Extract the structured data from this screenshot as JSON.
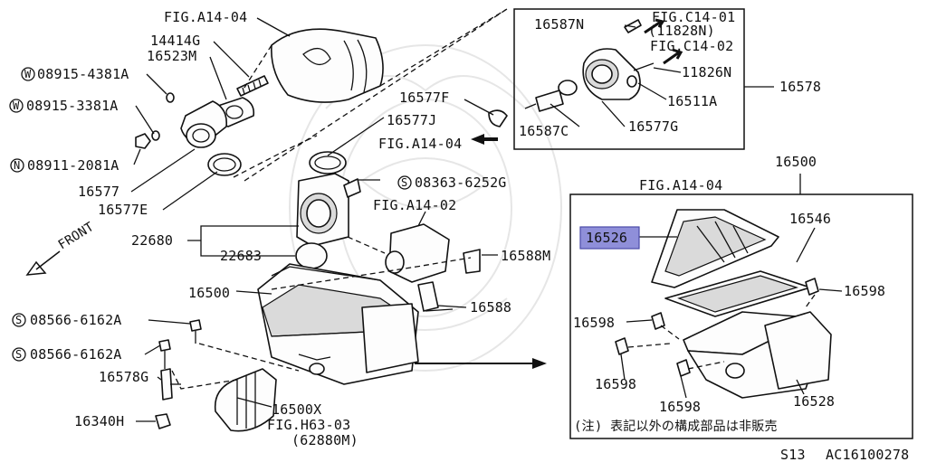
{
  "main": {
    "fig_a14_04_top": "FIG.A14-04",
    "p14414g": "14414G",
    "p16523m": "16523M",
    "w08915_4381a": "08915-4381A",
    "w08915_3381a": "08915-3381A",
    "n08911_2081a": "08911-2081A",
    "p16577": "16577",
    "p16577e": "16577E",
    "p16577f": "16577F",
    "p16577j": "16577J",
    "fig_a14_04_arrow": "FIG.A14-04",
    "s08363_6252g": "08363-6252G",
    "fig_a14_02": "FIG.A14-02",
    "p22680": "22680",
    "p22683": "22683",
    "p16588m": "16588M",
    "p16588": "16588",
    "front": "FRONT",
    "p16500_left": "16500",
    "s08566_6162a_1": "08566-6162A",
    "s08566_6162a_2": "08566-6162A",
    "p16578g": "16578G",
    "p16340h": "16340H",
    "p16500x": "16500X",
    "fig_h63_03": "FIG.H63-03",
    "p62880m": "(62880M)"
  },
  "prefix_marks": {
    "w": "W",
    "n": "N",
    "s": "S"
  },
  "box_16578": {
    "label": "16578",
    "p16587n": "16587N",
    "fig_c14_01": "FIG.C14-01",
    "p11828n": "(11828N)",
    "fig_c14_02": "FIG.C14-02",
    "p11826n": "11826N",
    "p16511a": "16511A",
    "p16587c": "16587C",
    "p16577g": "16577G"
  },
  "box_16500": {
    "label": "16500",
    "fig_a14_04": "FIG.A14-04",
    "p16526_highlighted": "16526",
    "p16546": "16546",
    "p16598_right": "16598",
    "p16598_left": "16598",
    "p16598_bottom1": "16598",
    "p16598_bottom2": "16598",
    "p16528": "16528",
    "note": "(注) 表記以外の構成部品は非販売"
  },
  "footer": {
    "section": "S13",
    "code": "AC16100278"
  },
  "colors": {
    "highlight_fill": "#8f8fd9",
    "highlight_stroke": "#4a4aa8",
    "line": "#111111"
  }
}
